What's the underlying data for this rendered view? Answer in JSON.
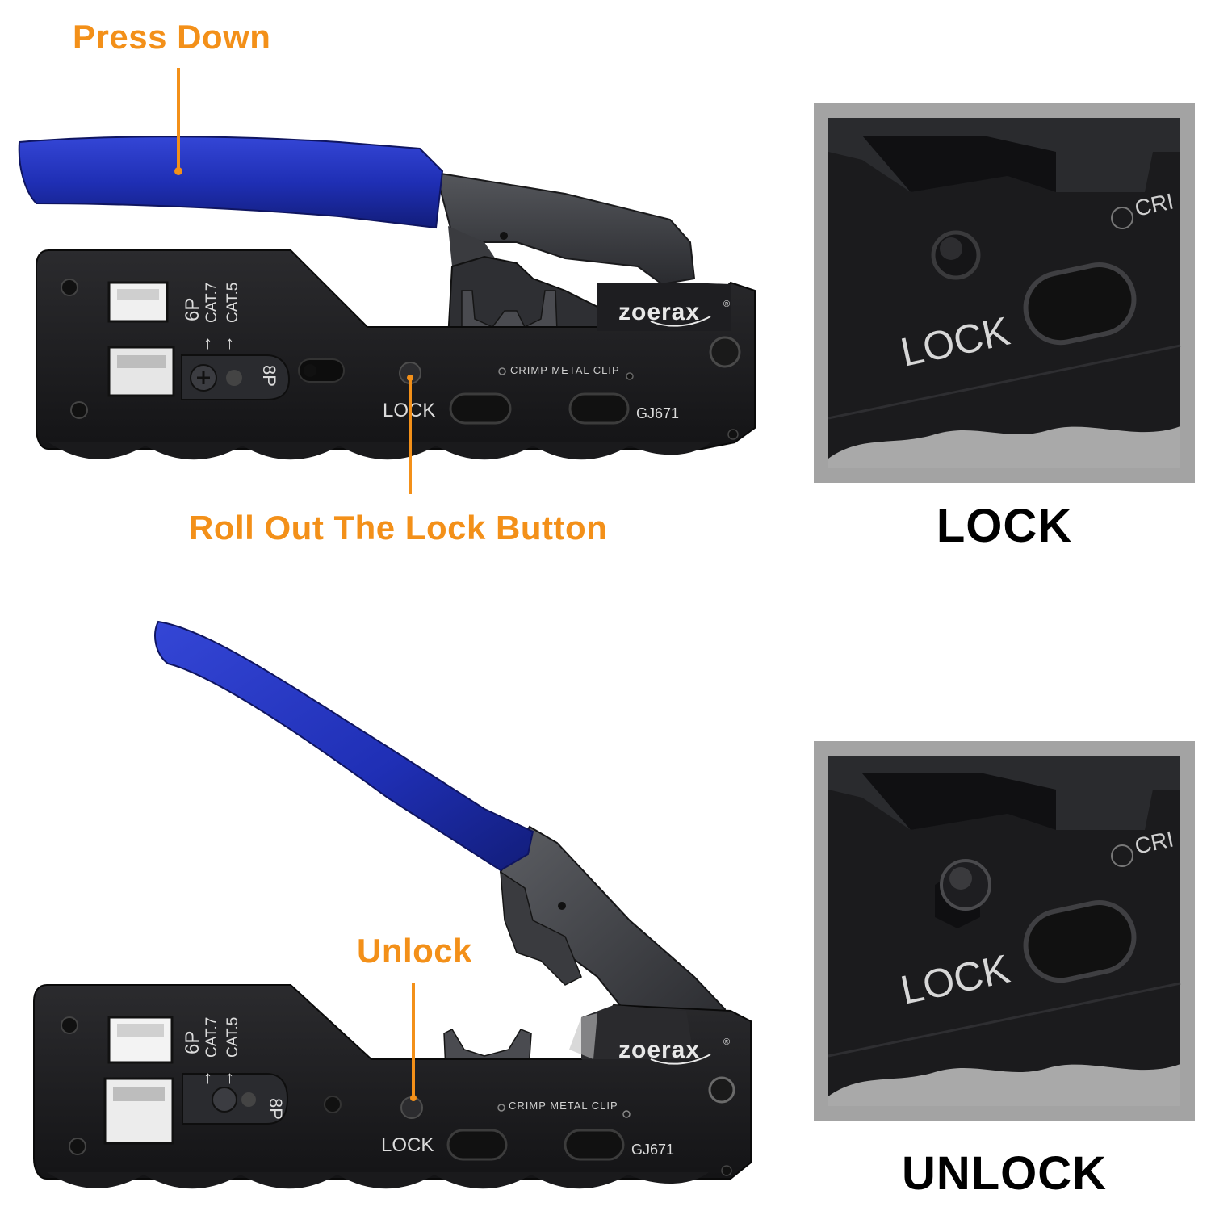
{
  "callouts": {
    "press_down": "Press Down",
    "roll_out": "Roll Out The Lock Button",
    "unlock": "Unlock"
  },
  "states": {
    "lock": "LOCK",
    "unlock": "UNLOCK"
  },
  "tool": {
    "brand": "zoerax",
    "brand_mark": "®",
    "model": "GJ671",
    "clip_label": "CRIMP METAL CLIP",
    "lock_label": "LOCK",
    "port_6p": "6P",
    "port_8p": "8P",
    "cat7": "CAT.7",
    "cat5": "CAT.5",
    "arrow": "↑"
  },
  "closeup": {
    "lock_label": "LOCK",
    "clip_fragment": "CRI"
  },
  "colors": {
    "accent_orange": "#f39019",
    "handle_blue": "#1f2fb5",
    "tool_body": "#1c1c1e",
    "tool_steel": "#3a3b3f",
    "panel_gray": "#a3a3a3",
    "label_black": "#000000"
  }
}
